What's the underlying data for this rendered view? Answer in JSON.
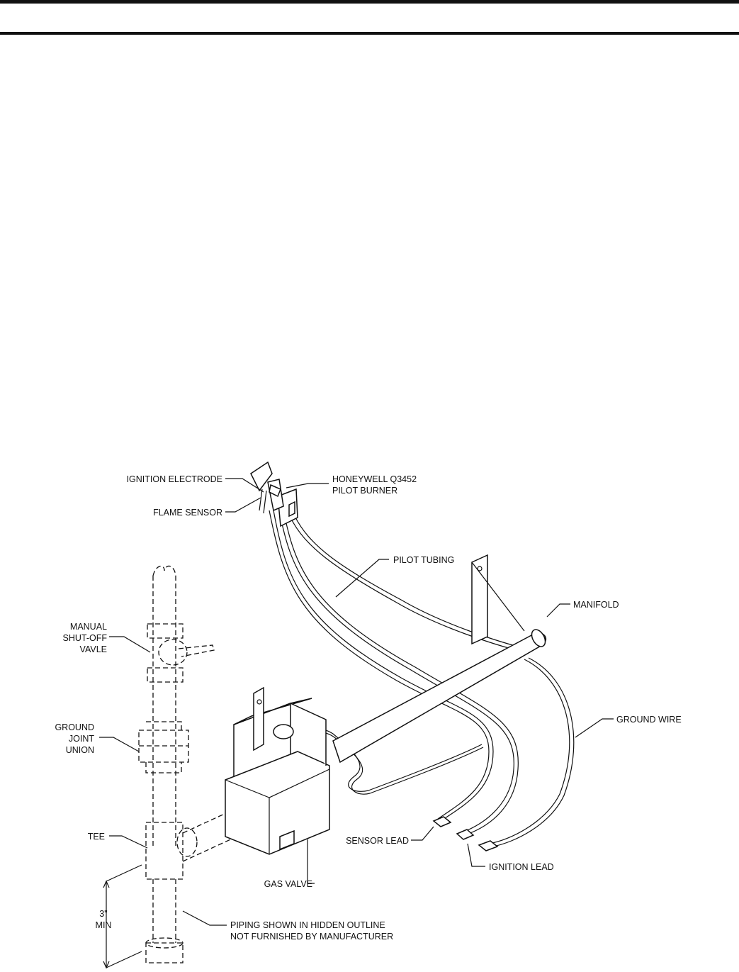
{
  "labels": {
    "ignition_electrode": "IGNITION ELECTRODE",
    "flame_sensor": "FLAME SENSOR",
    "pilot_burner_line1": "HONEYWELL Q3452",
    "pilot_burner_line2": "PILOT BURNER",
    "pilot_tubing": "PILOT TUBING",
    "manifold": "MANIFOLD",
    "shutoff_line1": "MANUAL",
    "shutoff_line2": "SHUT-OFF",
    "shutoff_line3": "VAVLE",
    "union_line1": "GROUND",
    "union_line2": "JOINT",
    "union_line3": "UNION",
    "ground_wire": "GROUND WIRE",
    "tee": "TEE",
    "sensor_lead": "SENSOR LEAD",
    "ignition_lead": "IGNITION LEAD",
    "gas_valve": "GAS VALVE",
    "dim_line1": "3\"",
    "dim_line2": "MIN",
    "piping_line1": "PIPING SHOWN IN HIDDEN OUTLINE",
    "piping_line2": "NOT FURNISHED BY MANUFACTURER"
  }
}
